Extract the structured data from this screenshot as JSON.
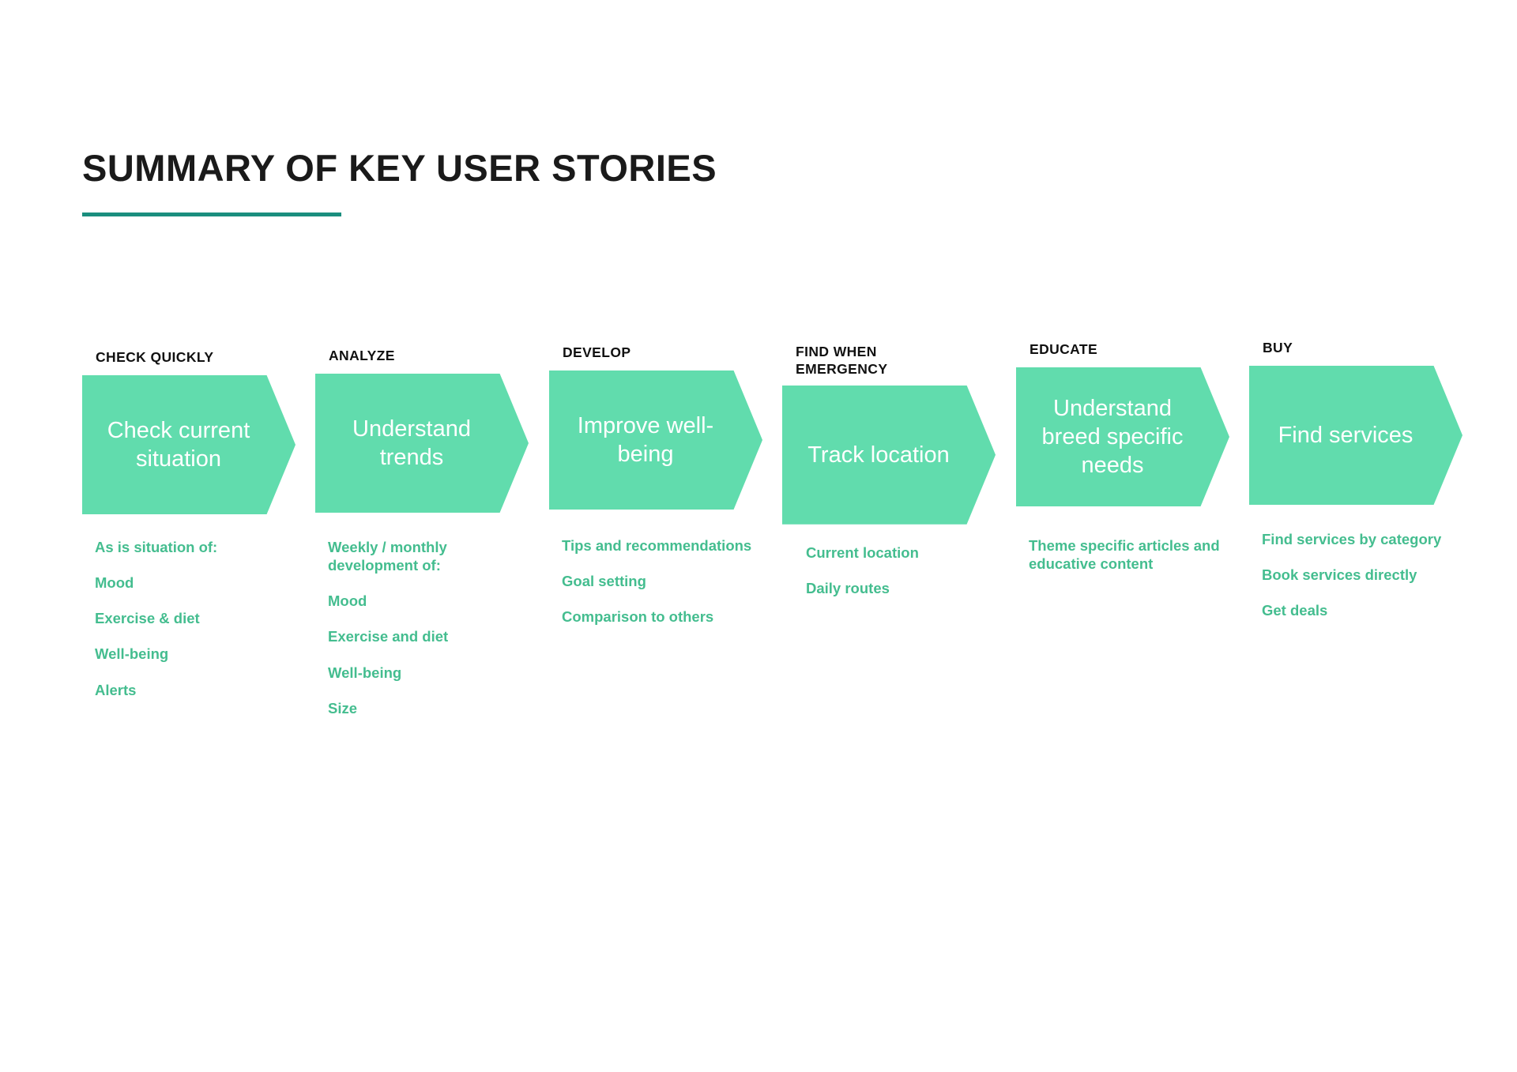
{
  "page": {
    "title": "SUMMARY OF KEY USER STORIES",
    "accent_color": "#1a8e7e",
    "arrow_color": "#61dcad",
    "bullet_color": "#44bd8f",
    "background_color": "#ffffff"
  },
  "stages": [
    {
      "header": "CHECK QUICKLY",
      "arrow_label": "Check current situation",
      "bullets": [
        "As is situation of:",
        "Mood",
        "Exercise & diet",
        "Well-being",
        "Alerts"
      ]
    },
    {
      "header": "ANALYZE",
      "arrow_label": "Understand trends",
      "bullets": [
        "Weekly / monthly development of:",
        "Mood",
        "Exercise and diet",
        "Well-being",
        "Size"
      ]
    },
    {
      "header": "DEVELOP",
      "arrow_label": "Improve well-being",
      "bullets": [
        "Tips and recommendations",
        "Goal setting",
        "Comparison to others"
      ]
    },
    {
      "header": "FIND WHEN\nEMERGENCY",
      "arrow_label": "Track location",
      "bullets": [
        "Current location",
        "Daily routes"
      ]
    },
    {
      "header": "EDUCATE",
      "arrow_label": "Understand breed specific needs",
      "bullets": [
        "Theme specific articles and educative content"
      ]
    },
    {
      "header": "BUY",
      "arrow_label": "Find services",
      "bullets": [
        "Find services by category",
        "Book services directly",
        "Get deals"
      ]
    }
  ]
}
